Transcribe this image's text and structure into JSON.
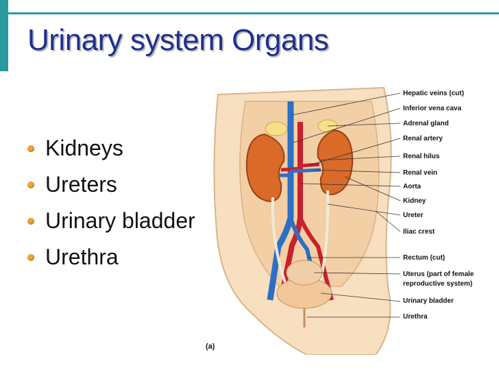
{
  "slide": {
    "title": "Urinary system Organs",
    "bullets": [
      "Kidneys",
      "Ureters",
      "Urinary bladder",
      "Urethra"
    ],
    "figure": {
      "labels": [
        "Hepatic veins (cut)",
        "Inferior vena cava",
        "Adrenal gland",
        "Renal artery",
        "Renal hilus",
        "Renal vein",
        "Aorta",
        "Kidney",
        "Ureter",
        "Iliac crest",
        "Rectum (cut)",
        "Uterus (part of female",
        "reproductive system)",
        "Urinary bladder",
        "Urethra"
      ],
      "caption": "(a)"
    },
    "colors": {
      "accent": "#2a9a9e",
      "title": "#1f2f8f",
      "bullet": "#f0a43a"
    }
  }
}
